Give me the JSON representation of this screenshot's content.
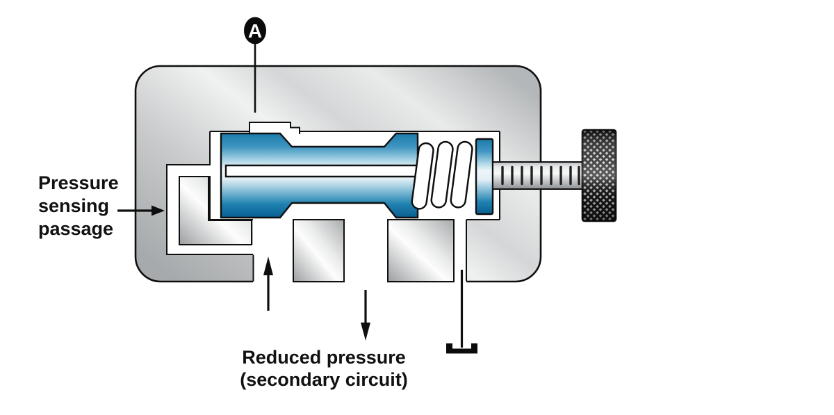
{
  "diagram": {
    "marker_a": "A",
    "pressure_sensing_lines": [
      "Pressure",
      "sensing",
      "passage"
    ],
    "reduced_pressure_lines": [
      "Reduced pressure",
      "(secondary circuit)"
    ],
    "colors": {
      "outline": "#0f0f0f",
      "spool_blue_top": "#1c7ba9",
      "spool_blue_bottom": "#0a5f92",
      "body_gray": "#c9cccd",
      "island_highlight": "#fdfdfd",
      "marker_bg": "#0b0b0b",
      "marker_fg": "#ffffff",
      "page_bg": "#ffffff"
    }
  }
}
